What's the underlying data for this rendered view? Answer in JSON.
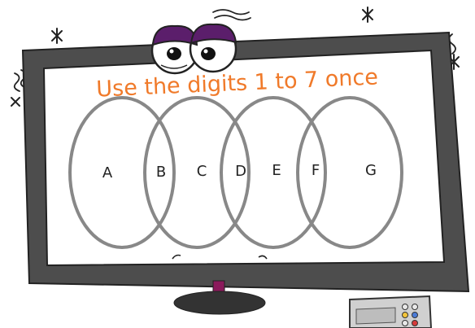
{
  "puzzle": {
    "title": "Use the digits 1 to 7 once",
    "regions": [
      "A",
      "B",
      "C",
      "D",
      "E",
      "F",
      "G"
    ]
  },
  "colors": {
    "title": "#f07a2a",
    "monitor_frame": "#4d4d4d",
    "screen": "#ffffff",
    "circle_stroke": "#888888",
    "eye_lid": "#5b1e6b",
    "stand": "#8b1a5c",
    "remote": "#d0d0d0"
  },
  "icons": {
    "character": "cartoon-eyes-icon",
    "sparkles": "star-doodle-icon",
    "remote": "tv-remote-icon"
  }
}
